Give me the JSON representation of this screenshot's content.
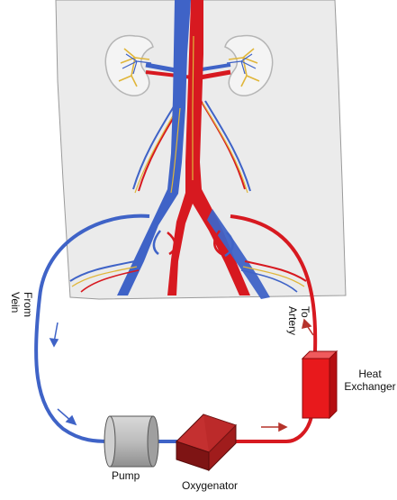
{
  "labels": {
    "from_vein": [
      "From",
      "Vein"
    ],
    "to_artery": [
      "To",
      "Artery"
    ],
    "heat_exchanger": [
      "Heat",
      "Exchanger"
    ],
    "pump": "Pump",
    "oxygenator": "Oxygenator"
  },
  "colors": {
    "vein": "#3f63c7",
    "artery": "#d71920",
    "body_fill": "#ebebeb",
    "kidney_outline": "#b5b5b5",
    "nerve": "#e0b63a",
    "pump_body": "#b8b8b8",
    "oxygenator": "#a8201f",
    "heat_exchanger": "#e8191c"
  }
}
